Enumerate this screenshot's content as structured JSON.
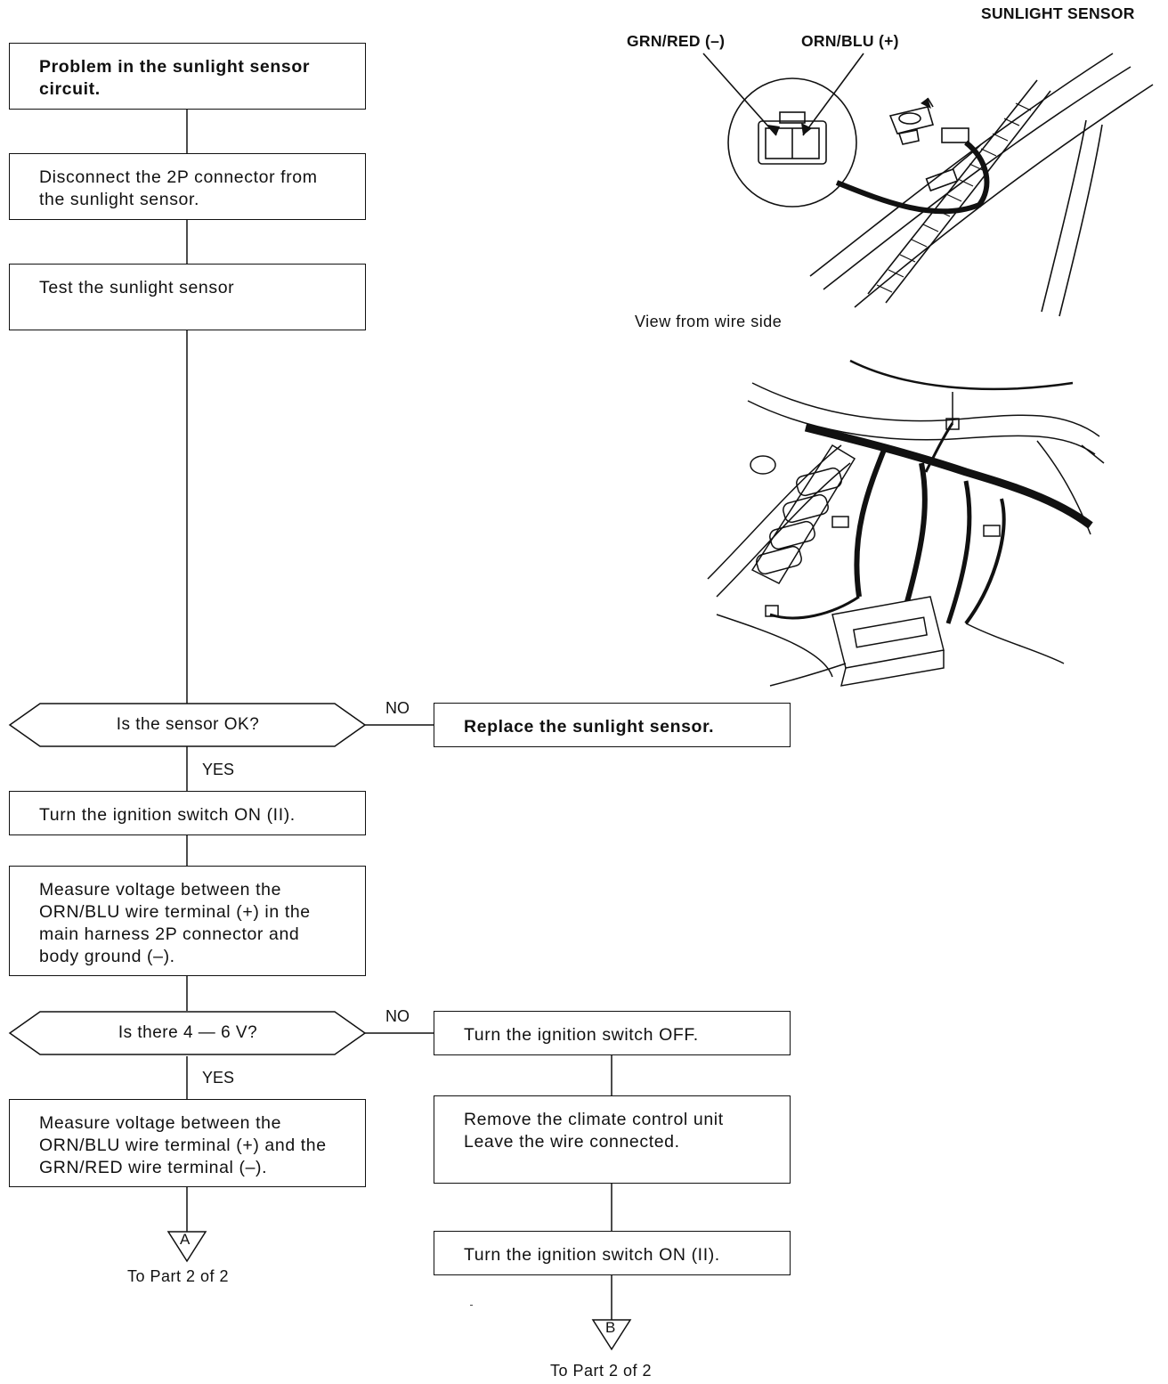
{
  "flow": {
    "step1": "Problem in the sunlight sensor circuit.",
    "step2": "Disconnect the 2P connector from the sunlight sensor.",
    "step3": "Test the sunlight sensor",
    "decision1": "Is the sensor OK?",
    "decision1_no_action": "Replace the sunlight sensor.",
    "step4": "Turn the ignition switch ON (II).",
    "step5": "Measure voltage between the ORN/BLU wire terminal (+) in the main harness 2P connector and body ground (–).",
    "decision2": "Is there 4 — 6 V?",
    "step6": "Measure voltage between the ORN/BLU wire terminal (+) and the GRN/RED wire terminal (–).",
    "no_step1": "Turn the ignition switch OFF.",
    "no_step2": "Remove the climate control unit Leave the wire connected.",
    "no_step3": "Turn the ignition switch ON (II).",
    "yes_label": "YES",
    "no_label": "NO",
    "connector_a": "A",
    "connector_b": "B",
    "to_part": "To Part 2 of 2"
  },
  "illustration": {
    "sensor_label": "SUNLIGHT SENSOR",
    "wire_neg": "GRN/RED (–)",
    "wire_pos": "ORN/BLU (+)",
    "view_caption": "View from wire side"
  }
}
